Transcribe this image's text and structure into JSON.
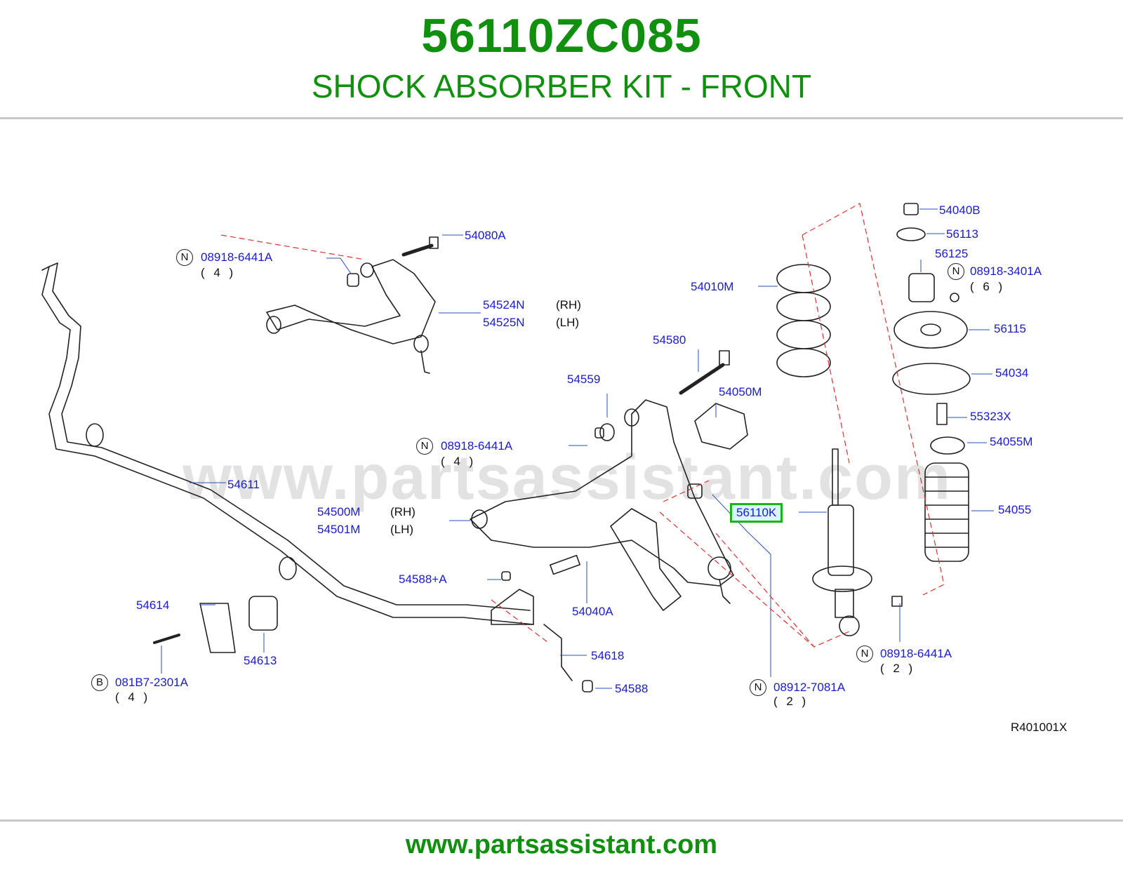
{
  "header": {
    "part_number": "56110ZC085",
    "title": "SHOCK ABSORBER KIT - FRONT"
  },
  "watermark": "www.partsassistant.com",
  "footer": {
    "url": "www.partsassistant.com"
  },
  "diagram_ref": "R401001X",
  "colors": {
    "title_green": "#119010",
    "label_blue": "#1a1ad0",
    "highlight_border": "#18b418",
    "highlight_fill": "#d9f5ff",
    "leader_red": "#e03030"
  },
  "callouts": {
    "c54040B": "54040B",
    "c56113": "56113",
    "c56125": "56125",
    "n0891834": "08918-3401A",
    "n0891834_qty": "( 6 )",
    "c56115": "56115",
    "c54034": "54034",
    "c55323X": "55323X",
    "c54055M": "54055M",
    "c54055": "54055",
    "c54080A": "54080A",
    "n0891864_top": "08918-6441A",
    "n0891864_top_qty": "( 4 )",
    "c54524N": "54524N",
    "c54525N": "54525N",
    "side_rh": "(RH)",
    "side_lh": "(LH)",
    "c54010M": "54010M",
    "c54580": "54580",
    "c54559": "54559",
    "c54050M": "54050M",
    "n0891864_mid": "08918-6441A",
    "n0891864_mid_qty": "( 4 )",
    "c54611": "54611",
    "c56110K": "56110K",
    "c54500M": "54500M",
    "c54501M": "54501M",
    "c54588A": "54588+A",
    "c54040A": "54040A",
    "c54614": "54614",
    "c54613": "54613",
    "c54618": "54618",
    "c54588": "54588",
    "b081B7": "081B7-2301A",
    "b081B7_qty": "( 4 )",
    "n08912": "08912-7081A",
    "n08912_qty": "( 2 )",
    "n0891864_low": "08918-6441A",
    "n0891864_low_qty": "( 2 )"
  },
  "badges": {
    "n": "N",
    "b": "B"
  }
}
